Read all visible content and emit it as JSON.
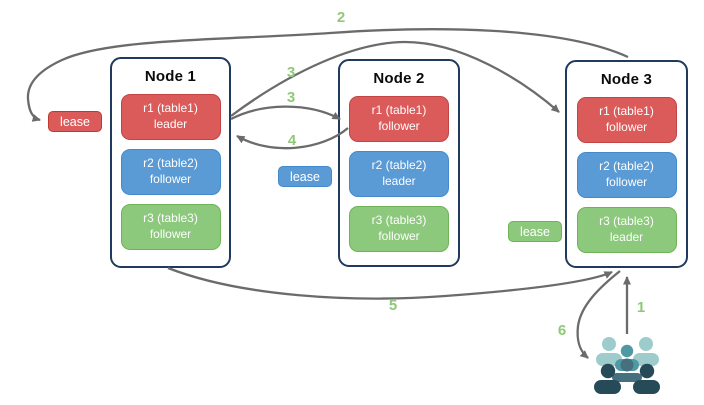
{
  "nodes": [
    {
      "title": "Node 1",
      "replicas": [
        {
          "name": "r1 (table1)",
          "role": "leader",
          "color": "#DB5B5B"
        },
        {
          "name": "r2 (table2)",
          "role": "follower",
          "color": "#5B9BD5"
        },
        {
          "name": "r3 (table3)",
          "role": "follower",
          "color": "#8DC97C"
        }
      ]
    },
    {
      "title": "Node 2",
      "replicas": [
        {
          "name": "r1 (table1)",
          "role": "follower",
          "color": "#DB5B5B"
        },
        {
          "name": "r2 (table2)",
          "role": "leader",
          "color": "#5B9BD5"
        },
        {
          "name": "r3 (table3)",
          "role": "follower",
          "color": "#8DC97C"
        }
      ]
    },
    {
      "title": "Node 3",
      "replicas": [
        {
          "name": "r1 (table1)",
          "role": "follower",
          "color": "#DB5B5B"
        },
        {
          "name": "r2 (table2)",
          "role": "follower",
          "color": "#5B9BD5"
        },
        {
          "name": "r3 (table3)",
          "role": "leader",
          "color": "#8DC97C"
        }
      ]
    }
  ],
  "leases": [
    {
      "label": "lease",
      "color": "#DB5B5B"
    },
    {
      "label": "lease",
      "color": "#5B9BD5"
    },
    {
      "label": "lease",
      "color": "#8DC97C"
    }
  ],
  "steps": {
    "s1": "1",
    "s2": "2",
    "s3a": "3",
    "s3b": "3",
    "s4": "4",
    "s5": "5",
    "s6": "6"
  },
  "icons": {
    "users": "users-group-icon"
  },
  "colors": {
    "arrow": "#6B6B6B",
    "step_label": "#8FC878",
    "node_border": "#1F3A5C",
    "users_light": "#9ECCCC",
    "users_mid": "#4E99A3",
    "users_mid_dark": "#45707E",
    "users_dark": "#274A58"
  }
}
